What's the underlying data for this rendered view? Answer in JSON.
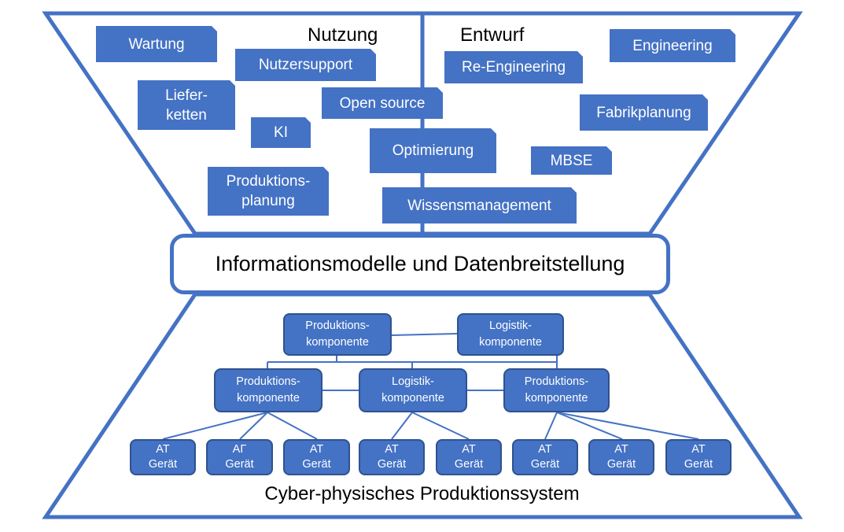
{
  "colors": {
    "frame": "#4472c4",
    "box_fill": "#4472c4",
    "box_border": "#2f528f",
    "text_light": "#ffffff"
  },
  "headings": {
    "left": "Nutzung",
    "right": "Entwurf"
  },
  "top_boxes": {
    "wartung": "Wartung",
    "nutzersupport": "Nutzersupport",
    "lieferketten": "Liefer-\nketten",
    "ki": "KI",
    "open_source": "Open source",
    "optimierung": "Optimierung",
    "produktionsplanung": "Produktions-\nplanung",
    "wissensmanagement": "Wissensmanagement",
    "re_engineering": "Re-Engineering",
    "engineering": "Engineering",
    "fabrikplanung": "Fabrikplanung",
    "mbse": "MBSE"
  },
  "central": "Informationsmodelle und Datenbreitstellung",
  "hierarchy": {
    "top_left": "Produktions-\nkomponente",
    "top_right": "Logistik-\nkomponente",
    "mid_left": "Produktions-\nkomponente",
    "mid_center": "Logistik-\nkomponente",
    "mid_right": "Produktions-\nkomponente",
    "devices": [
      "AT\nGerät",
      "AΓ\nGerät",
      "AT\nGerät",
      "AT\nGerät",
      "AT\nGerät",
      "AT\nGerät",
      "AT\nGerät",
      "AT\nGerät"
    ]
  },
  "footer": "Cyber-physisches Produktionssystem"
}
